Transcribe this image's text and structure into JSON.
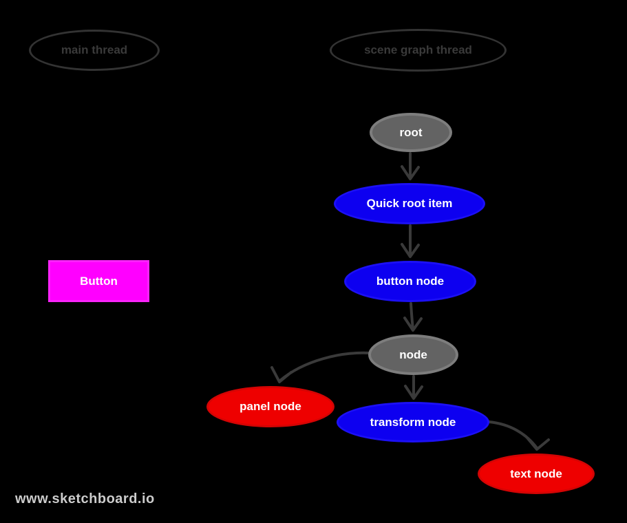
{
  "canvas": {
    "background": "#000000",
    "watermark": "www.sketchboard.io",
    "threads": [
      {
        "id": "main-thread",
        "label": "main thread"
      },
      {
        "id": "scene-graph-thread",
        "label": "scene graph thread"
      }
    ],
    "button": {
      "label": "Button",
      "fill": "#ff00ff"
    },
    "nodes": [
      {
        "id": "root",
        "label": "root",
        "color": "gray"
      },
      {
        "id": "quick-root-item",
        "label": "Quick root item",
        "color": "blue"
      },
      {
        "id": "button-node",
        "label": "button node",
        "color": "blue"
      },
      {
        "id": "node",
        "label": "node",
        "color": "gray"
      },
      {
        "id": "panel-node",
        "label": "panel node",
        "color": "red"
      },
      {
        "id": "transform-node",
        "label": "transform node",
        "color": "blue"
      },
      {
        "id": "text-node",
        "label": "text node",
        "color": "red"
      }
    ],
    "edges": [
      {
        "from": "root",
        "to": "quick-root-item"
      },
      {
        "from": "quick-root-item",
        "to": "button-node"
      },
      {
        "from": "button-node",
        "to": "node"
      },
      {
        "from": "node",
        "to": "panel-node"
      },
      {
        "from": "node",
        "to": "transform-node"
      },
      {
        "from": "transform-node",
        "to": "text-node"
      }
    ],
    "colors": {
      "node_gray_fill": "#636363",
      "node_gray_border": "#7d7d7d",
      "node_blue_fill": "#0d00f0",
      "node_red_fill": "#ee0000",
      "button_fill": "#ff00ff",
      "edge_stroke": "#3a3a3a",
      "thread_outline": "#333333",
      "thread_text": "#3a3a3a",
      "node_text": "#ffffff",
      "watermark_text": "#cccccc"
    }
  }
}
